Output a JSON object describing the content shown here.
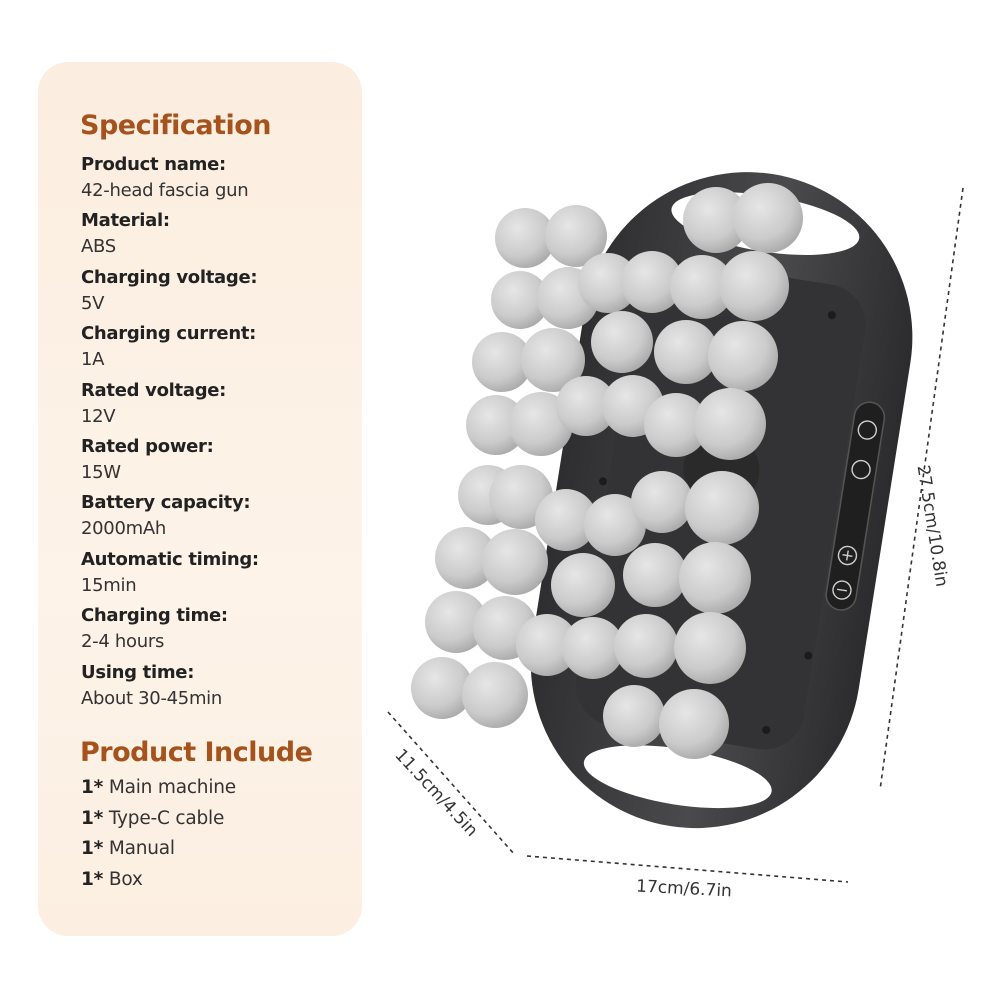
{
  "specification": {
    "heading": "Specification",
    "items": [
      {
        "label": "Product name:",
        "value": "42-head fascia gun"
      },
      {
        "label": "Material:",
        "value": "ABS"
      },
      {
        "label": "Charging voltage:",
        "value": "5V"
      },
      {
        "label": "Charging current:",
        "value": "1A"
      },
      {
        "label": "Rated voltage:",
        "value": "12V"
      },
      {
        "label": "Rated power:",
        "value": "15W"
      },
      {
        "label": "Battery capacity:",
        "value": "2000mAh"
      },
      {
        "label": "Automatic timing:",
        "value": "15min"
      },
      {
        "label": "Charging time:",
        "value": "2-4 hours"
      },
      {
        "label": "Using time:",
        "value": "About 30-45min"
      }
    ]
  },
  "product_include": {
    "heading": "Product Include",
    "items": [
      {
        "qty": "1*",
        "name": " Main machine"
      },
      {
        "qty": "1*",
        "name": " Type-C cable"
      },
      {
        "qty": "1*",
        "name": " Manual"
      },
      {
        "qty": "1*",
        "name": " Box"
      }
    ]
  },
  "dimensions": {
    "height": "27.5cm/10.8in",
    "width": "17cm/6.7in",
    "depth": "11.5cm/4.5in"
  },
  "colors": {
    "accent": "#a6521c",
    "card_background": "#fbeee0",
    "device_body": "#3b3b3d",
    "ball": "#cfcfcf"
  },
  "control_panel_icons": [
    "power-icon",
    "mode-icon",
    "plus-icon",
    "minus-icon"
  ]
}
